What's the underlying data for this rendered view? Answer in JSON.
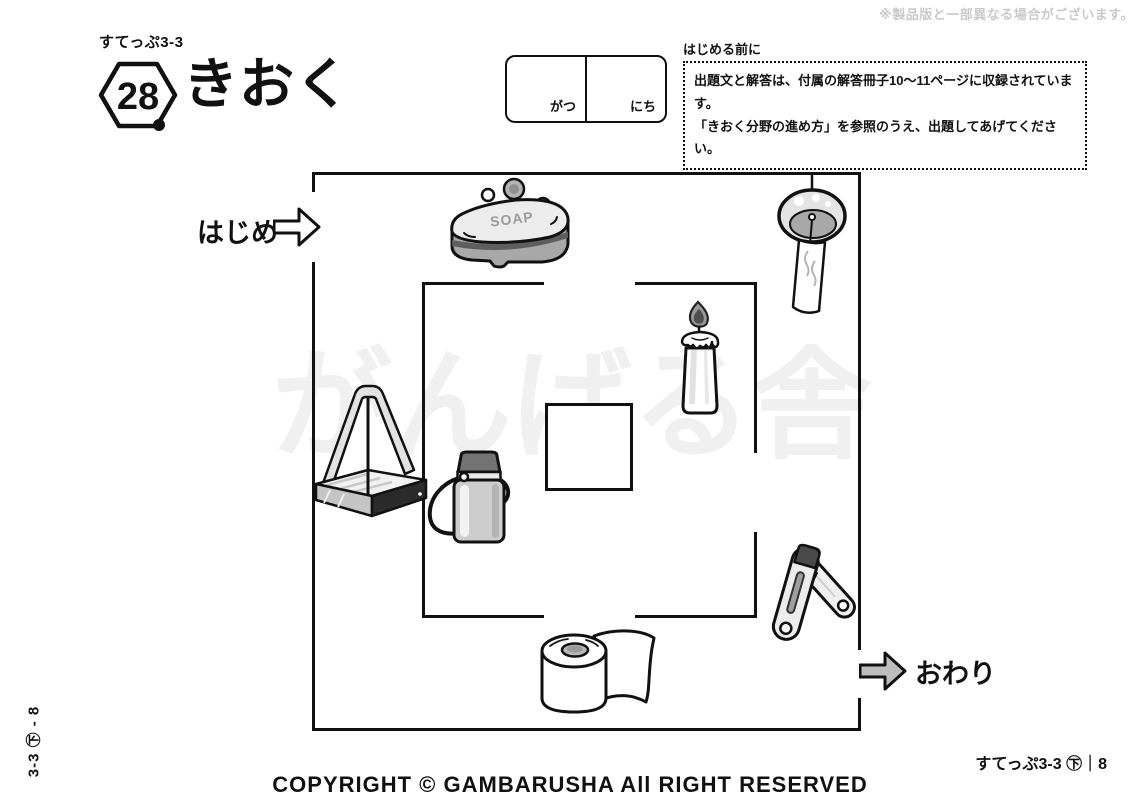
{
  "page": {
    "top_note": "※製品版と一部異なる場合がございます。",
    "step_label": "すてっぷ3-3",
    "lesson_number": "28",
    "title": "きおく",
    "date_box": {
      "month_label": "がつ",
      "day_label": "にち"
    },
    "before_start": {
      "heading": "はじめる前に",
      "line1": "出題文と解答は、付属の解答冊子10～11ページに収録されています。",
      "line2": "「きおく分野の進め方」を参照のうえ、出題してあげてください。"
    },
    "figure": {
      "start_label": "はじめ",
      "end_label": "おわり",
      "watermark": "がんばる舎",
      "soap_label": "SOAP",
      "items": [
        "soap-bar",
        "wind-chime",
        "candle",
        "carry-basket",
        "water-bottle",
        "toilet-paper-roll",
        "nail-clippers"
      ]
    },
    "footer": {
      "side_code": "3-3 ㊦ - 8",
      "page_ref": "すてっぷ3-3 ㊦｜8",
      "copyright": "COPYRIGHT © GAMBARUSHA All RIGHT RESERVED"
    },
    "colors": {
      "line": "#111111",
      "watermark_gray": "#f0f0f0",
      "note_gray": "#c9c9c9",
      "end_arrow_fill": "#bdbdbd",
      "item_gray": "#cdcdcd",
      "item_dark": "#2b2b2b"
    }
  }
}
